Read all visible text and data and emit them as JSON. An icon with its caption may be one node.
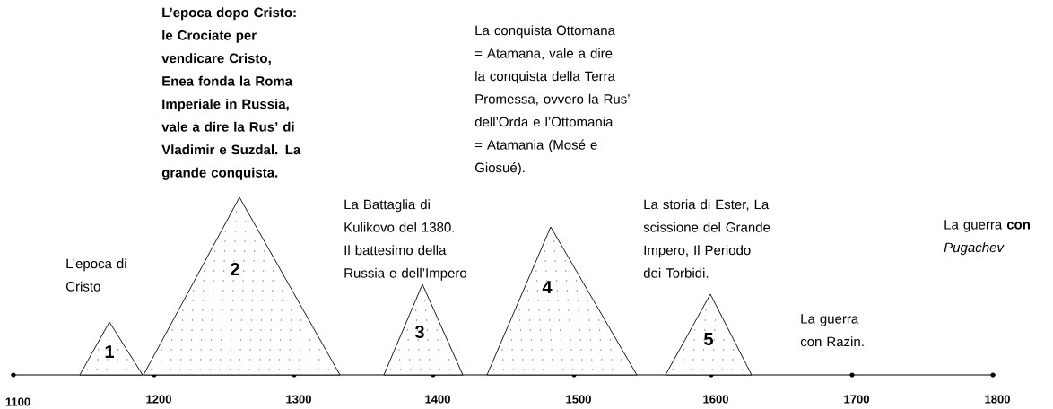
{
  "diagram": {
    "nodes": [
      {
        "text": [
          "1"
        ]
      },
      {
        "text": [
          "2"
        ]
      },
      {
        "text": [
          "3"
        ]
      },
      {
        "text": [
          "4"
        ]
      },
      {
        "text": [
          "5"
        ]
      }
    ],
    "labels": [
      "L’epoca dopo Cristo: le Crociate per vendicare Cristo, Enea fonda la Roma Imperiale in Russia, vale a dire la Rus’ di Vladimir e Suzdal. La grande conquista.",
      "La conquista Ottomana = Atamana, vale a dire la conquista della Terra Promessa, ovvero la Rus’ dell’Orda e l’Ottomania = Atamania (Mosé e Giosué).",
      "La Battaglia di Kulikovo del 1380. Il battesimo della Russia e dell’Impero",
      "La storia di Ester, La scissione del Grande Impero, Il Periodo dei Torbidi.",
      "La guerra **con** *Pugachev*",
      "L’epoca di Cristo",
      "La guerra con Razin.",
      "1100",
      "1200",
      "1300",
      "1400",
      "1500",
      "1600",
      "1700",
      "1800"
    ]
  }
}
